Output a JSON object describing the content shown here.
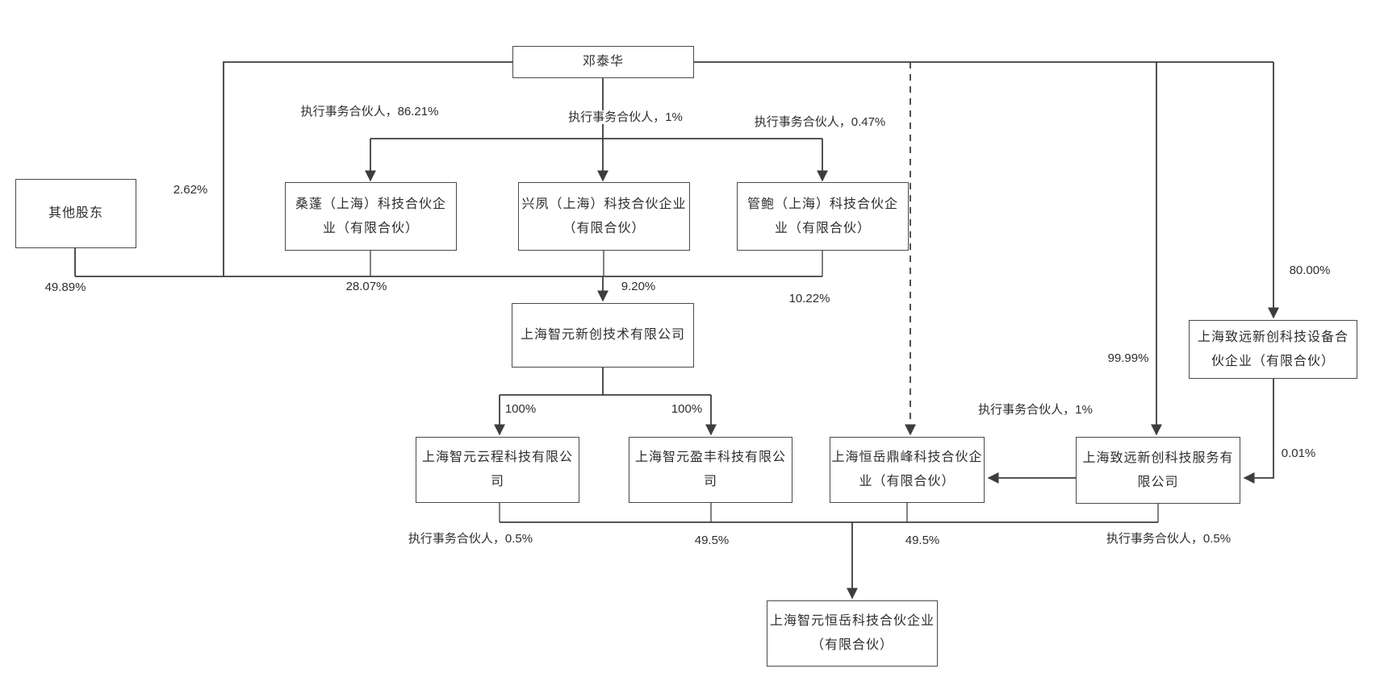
{
  "diagram": {
    "type": "equity-structure-chart",
    "colors": {
      "line": "#3d3d3d",
      "border": "#4a4a4a",
      "text": "#2e2e2e",
      "bg": "#ffffff"
    },
    "nodes": {
      "deng_taihua": {
        "lines": [
          "邓泰华"
        ]
      },
      "other_shareholders": {
        "lines": [
          "其他股东"
        ]
      },
      "sangpeng": {
        "lines": [
          "桑蓬（上海）科技合伙企",
          "业（有限合伙）"
        ]
      },
      "xingsu": {
        "lines": [
          "兴夙（上海）科技合伙企业",
          "（有限合伙）"
        ]
      },
      "guanbao": {
        "lines": [
          "管鲍（上海）科技合伙企",
          "业（有限合伙）"
        ]
      },
      "zhiyuan_xinchuang": {
        "lines": [
          "上海智元新创技术有限公司"
        ]
      },
      "zhiyuan_yuncheng": {
        "lines": [
          "上海智元云程科技有限公",
          "司"
        ]
      },
      "zhiyuan_yingfeng": {
        "lines": [
          "上海智元盈丰科技有限公",
          "司"
        ]
      },
      "hengyue_dingfeng": {
        "lines": [
          "上海恒岳鼎峰科技合伙企",
          "业（有限合伙）"
        ]
      },
      "zhiyuan_fuwu": {
        "lines": [
          "上海致远新创科技服务有",
          "限公司"
        ]
      },
      "zhiyuan_shebei": {
        "lines": [
          "上海致远新创科技设备合",
          "伙企业（有限合伙）"
        ]
      },
      "zhiyuan_hengyue": {
        "lines": [
          "上海智元恒岳科技合伙企业",
          "（有限合伙）"
        ]
      }
    },
    "edge_labels": {
      "gp_86_21": "执行事务合伙人，86.21%",
      "gp_1_top": "执行事务合伙人，1%",
      "gp_0_47": "执行事务合伙人，0.47%",
      "pct_2_62": "2.62%",
      "pct_49_89": "49.89%",
      "pct_28_07": "28.07%",
      "pct_9_20": "9.20%",
      "pct_10_22": "10.22%",
      "pct_100_left": "100%",
      "pct_100_right": "100%",
      "pct_99_99": "99.99%",
      "pct_80_00": "80.00%",
      "pct_0_01": "0.01%",
      "gp_1_right": "执行事务合伙人，1%",
      "gp_0_5_left": "执行事务合伙人，0.5%",
      "pct_49_5_left": "49.5%",
      "pct_49_5_right": "49.5%",
      "gp_0_5_right": "执行事务合伙人，0.5%"
    }
  }
}
